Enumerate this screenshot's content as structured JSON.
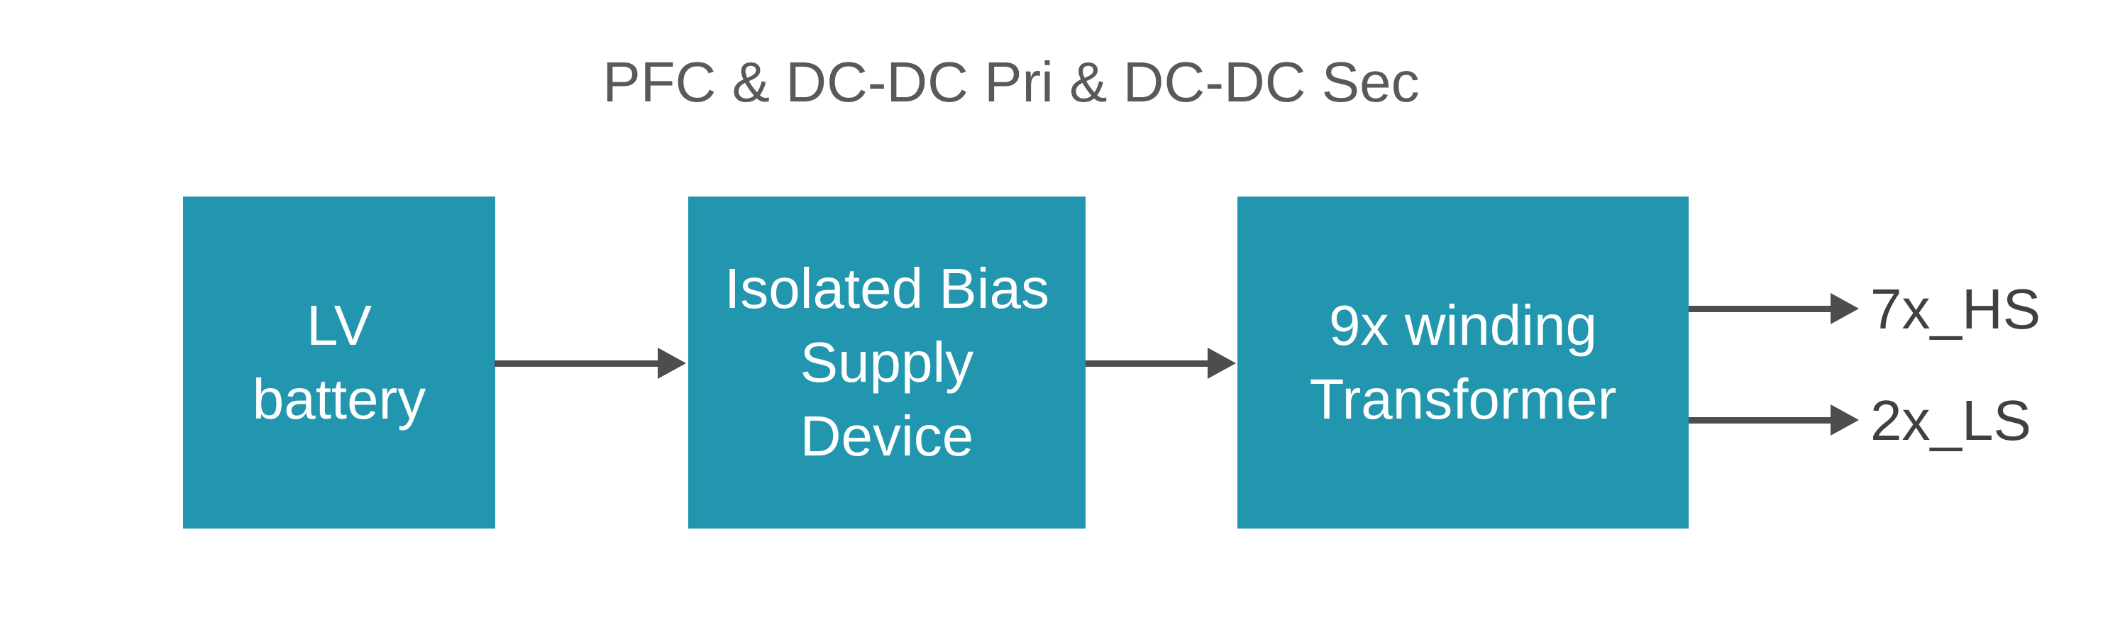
{
  "diagram": {
    "title": "PFC & DC-DC Pri & DC-DC Sec",
    "blocks": [
      {
        "id": "lv-battery",
        "label": "LV\nbattery"
      },
      {
        "id": "isolated-bias-supply-device",
        "label": "Isolated Bias\nSupply\nDevice"
      },
      {
        "id": "transformer",
        "label": "9x winding\nTransformer"
      }
    ],
    "connections": [
      {
        "from": "lv-battery",
        "to": "isolated-bias-supply-device"
      },
      {
        "from": "isolated-bias-supply-device",
        "to": "transformer"
      }
    ],
    "outputs": [
      {
        "from": "transformer",
        "label": "7x_HS"
      },
      {
        "from": "transformer",
        "label": "2x_LS"
      }
    ],
    "colors": {
      "background": "#FFFFFF",
      "block_fill": "#2196AE",
      "block_text": "#FFFFFF",
      "arrow": "#4D4D4D",
      "title": "#595959",
      "output_label": "#404040"
    }
  }
}
